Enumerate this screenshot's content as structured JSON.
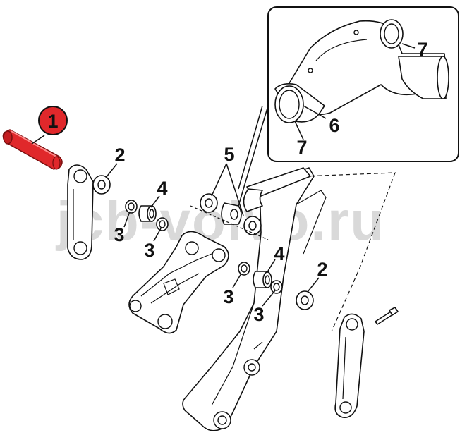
{
  "watermark": "jcb-volvo.ru",
  "highlight_color": "#e0282b",
  "callouts": {
    "c1": "1",
    "c2a": "2",
    "c2b": "2",
    "c3a": "3",
    "c3b": "3",
    "c3c": "3",
    "c3d": "3",
    "c4a": "4",
    "c4b": "4",
    "c5": "5",
    "c6": "6",
    "c7a": "7",
    "c7b": "7"
  }
}
